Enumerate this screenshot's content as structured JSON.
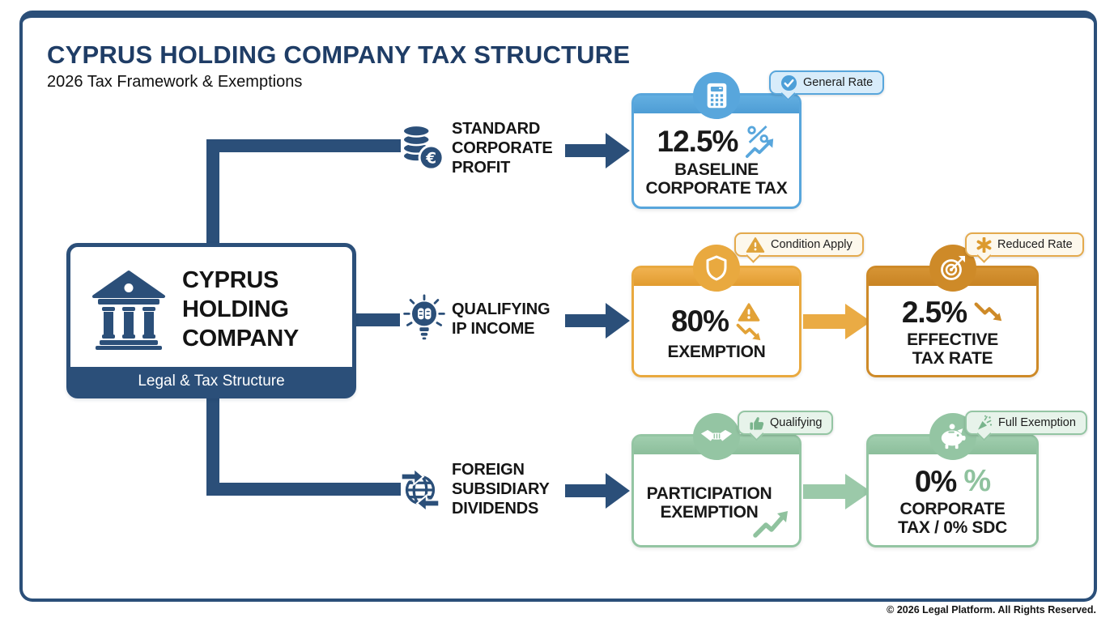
{
  "colors": {
    "navy": "#2B4F79",
    "title_navy": "#1F3D66",
    "blue_accent": "#58A6DC",
    "blue_badge_bg": "#D8ECFA",
    "orange_accent": "#E9A93F",
    "orange_dark_accent": "#CE8A28",
    "cream_badge_bg": "#FDF8EC",
    "green_accent": "#94C5A3",
    "green_badge_bg": "#E7F3EA"
  },
  "header": {
    "title": "CYPRUS HOLDING COMPANY TAX STRUCTURE",
    "subtitle": "2026 Tax Framework & Exemptions"
  },
  "company": {
    "icon": "bank-icon",
    "name_lines": [
      "CYPRUS",
      "HOLDING",
      "COMPANY"
    ],
    "caption": "Legal & Tax Structure"
  },
  "branches": [
    {
      "icon": "coins-euro-icon",
      "label_lines": [
        "STANDARD",
        "CORPORATE",
        "PROFIT"
      ]
    },
    {
      "icon": "brain-bulb-icon",
      "label_lines": [
        "QUALIFYING",
        "IP INCOME"
      ]
    },
    {
      "icon": "globe-transfer-icon",
      "label_lines": [
        "FOREIGN",
        "SUBSIDIARY",
        "DIVIDENDS"
      ]
    }
  ],
  "nodes": [
    {
      "id": "baseline-corporate-tax",
      "header_icon": "calculator-icon",
      "value": "12.5%",
      "value_icon": "percent-trend-up-icon",
      "label_lines": [
        "BASELINE",
        "CORPORATE TAX"
      ],
      "badge": {
        "icon": "check-circle-icon",
        "text": "General Rate"
      }
    },
    {
      "id": "ip-exemption",
      "header_icon": "shield-icon",
      "value": "80%",
      "value_icon": "warning-trend-down-icon",
      "label_lines": [
        "EXEMPTION"
      ],
      "badge": {
        "icon": "warning-triangle-icon",
        "text": "Condition Apply"
      }
    },
    {
      "id": "effective-tax-rate",
      "header_icon": "target-icon",
      "value": "2.5%",
      "value_icon": "trend-down-icon",
      "label_lines": [
        "EFFECTIVE",
        "TAX RATE"
      ],
      "badge": {
        "icon": "asterisk-icon",
        "text": "Reduced Rate"
      }
    },
    {
      "id": "participation-exemption",
      "header_icon": "handshake-icon",
      "value": "",
      "value_icon": "trend-up-icon",
      "label_lines": [
        "PARTICIPATION",
        "EXEMPTION"
      ],
      "badge": {
        "icon": "thumbs-up-icon",
        "text": "Qualifying"
      }
    },
    {
      "id": "zero-corporate-tax",
      "header_icon": "piggy-bank-icon",
      "value": "0%",
      "pct": "%",
      "value_icon": "percent-icon",
      "label_lines": [
        "CORPORATE",
        "TAX / 0% SDC"
      ],
      "badge": {
        "icon": "party-popper-icon",
        "text": "Full Exemption"
      }
    }
  ],
  "footer": {
    "copyright": "© 2026 Legal Platform. All Rights Reserved."
  }
}
